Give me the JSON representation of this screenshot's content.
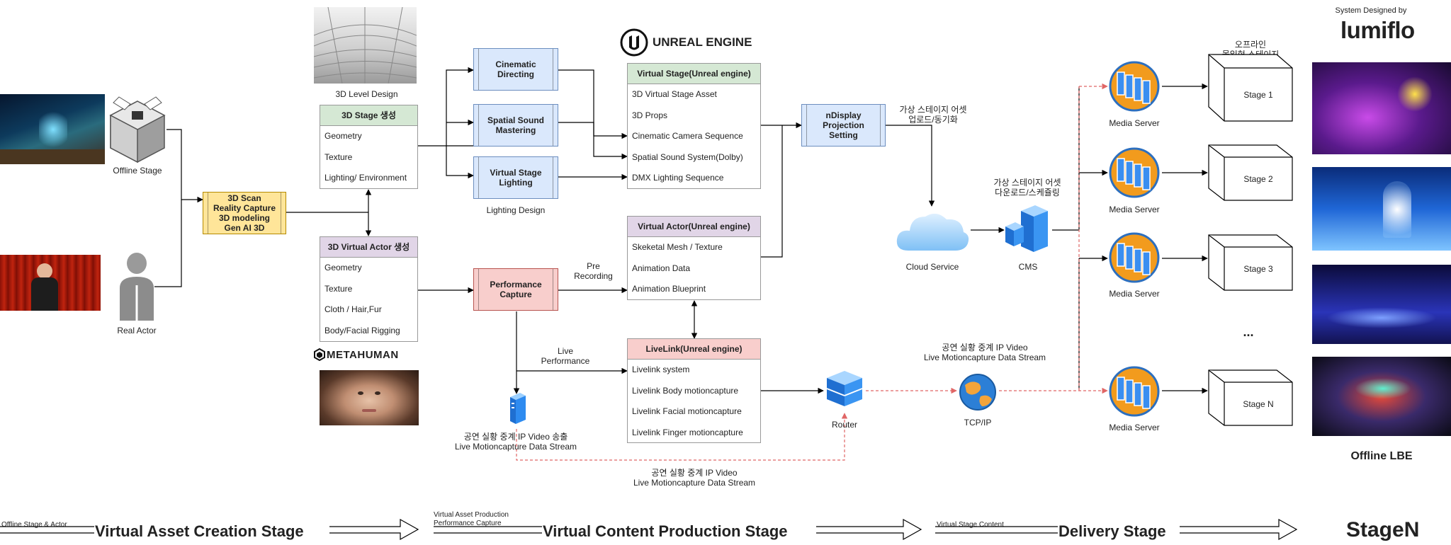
{
  "header": {
    "designed_by": "System Designed by",
    "brand": "lumiflo",
    "unreal_logo": "UNREAL ENGINE",
    "metahuman_logo": "METAHUMAN"
  },
  "sources": {
    "offline_stage": "Offline Stage",
    "real_actor": "Real Actor",
    "scan_box": [
      "3D Scan",
      "Reality Capture",
      "3D modeling",
      "Gen AI 3D"
    ]
  },
  "stage_3d": {
    "level_design": "3D Level Design",
    "title": "3D Stage 생성",
    "items": [
      "Geometry",
      "Texture",
      "Lighting/ Environment"
    ]
  },
  "actor_3d": {
    "title": "3D Virtual Actor 생성",
    "items": [
      "Geometry",
      "Texture",
      "Cloth / Hair,Fur",
      "Body/Facial Rigging"
    ]
  },
  "processes": {
    "cinematic": [
      "Cinematic",
      "Directing"
    ],
    "spatial": [
      "Spatial Sound",
      "Mastering"
    ],
    "lighting": [
      "Virtual Stage",
      "Lighting"
    ],
    "lighting_design": "Lighting Design",
    "performance": [
      "Performance",
      "Capture"
    ],
    "pre_recording": [
      "Pre",
      "Recording"
    ],
    "live_performance": [
      "Live",
      "Performance"
    ]
  },
  "virtual_stage": {
    "title": "Virtual Stage(Unreal engine)",
    "items": [
      "3D Virtual Stage Asset",
      "3D Props",
      "Cinematic Camera Sequence",
      "Spatial Sound System(Dolby)",
      "DMX Lighting Sequence"
    ]
  },
  "virtual_actor": {
    "title": "Virtual Actor(Unreal engine)",
    "items": [
      "Skeketal Mesh / Texture",
      "Animation Data",
      "Animation Blueprint"
    ]
  },
  "livelink": {
    "title": "LiveLink(Unreal engine)",
    "items": [
      "Livelink system",
      "Livelink Body motioncapture",
      "Livelink Facial motioncapture",
      "Livelink Finger motioncapture"
    ]
  },
  "ndisplay": [
    "nDisplay",
    "Projection",
    "Setting"
  ],
  "upload_label": [
    "가상 스테이지 어셋",
    "업로드/동기화"
  ],
  "download_label": [
    "가상 스테이지 어셋",
    "다운로드/스케쥴링"
  ],
  "cloud": "Cloud Service",
  "cms": "CMS",
  "router": "Router",
  "tcpip": "TCP/IP",
  "stream_send": [
    "공연 실황 중계 IP Video 송출",
    "Live Motioncapture Data Stream"
  ],
  "stream_bottom": [
    "공연 실황 중계 IP Video",
    "Live Motioncapture Data Stream"
  ],
  "stream_top": [
    "공연 실황 중계 IP Video",
    "Live Motioncapture Data Stream"
  ],
  "offline_label": [
    "오프라인",
    "몰입형 스테이지"
  ],
  "media_server": "Media Server",
  "stages": [
    "Stage 1",
    "Stage 2",
    "Stage 3",
    "Stage N"
  ],
  "ellipsis": "...",
  "offline_lbe": "Offline LBE",
  "footer": {
    "phase1_small": "Offline Stage & Actor",
    "phase1": "Virtual Asset Creation Stage",
    "phase2_small": [
      "Virtual Asset Production",
      "Performance Capture"
    ],
    "phase2": "Virtual Content Production Stage",
    "phase3_small": "Virtual Stage Content",
    "phase3": "Delivery Stage",
    "end": "StageN"
  },
  "colors": {
    "green_header": "#d5e8d4",
    "purple_header": "#e1d5e7",
    "red_header": "#f8cecc",
    "blue_process": "#dae8fc",
    "yellow_process": "#ffe599",
    "stream_line": "#e06666"
  },
  "icons": [
    "stage-box-icon",
    "person-icon",
    "server-icon",
    "cloud-icon",
    "globe-icon",
    "router-icon",
    "media-server-icon",
    "cube-icon"
  ]
}
